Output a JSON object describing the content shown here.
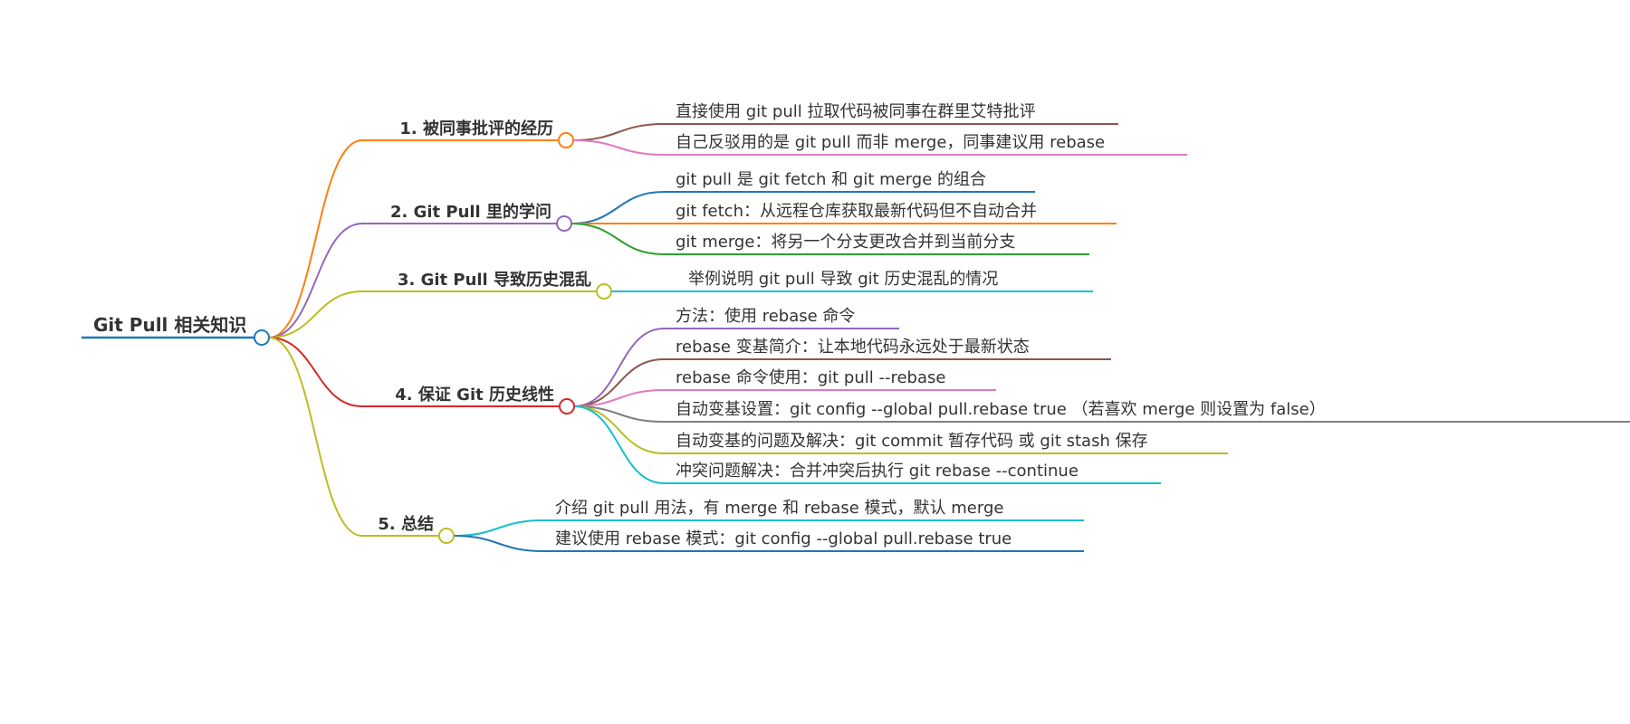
{
  "root": {
    "label": "Git Pull 相关知识",
    "color": "#1f77b4"
  },
  "branches": [
    {
      "label": "1. 被同事批评的经历",
      "color": "#ff7f0e",
      "leaves": [
        {
          "label": "直接使用 git pull 拉取代码被同事在群里艾特批评",
          "color": "#8c564b"
        },
        {
          "label": "自己反驳用的是 git pull 而非 merge，同事建议用 rebase",
          "color": "#e377c2"
        }
      ]
    },
    {
      "label": "2. Git Pull 里的学问",
      "color": "#9467bd",
      "leaves": [
        {
          "label": "git pull 是 git fetch 和 git merge 的组合",
          "color": "#1f77b4"
        },
        {
          "label": "git fetch：从远程仓库获取最新代码但不自动合并",
          "color": "#ff7f0e"
        },
        {
          "label": "git merge：将另一个分支更改合并到当前分支",
          "color": "#2ca02c"
        }
      ]
    },
    {
      "label": "3. Git Pull 导致历史混乱",
      "color": "#bcbd22",
      "leaves": [
        {
          "label": "举例说明 git pull 导致 git 历史混乱的情况",
          "color": "#17becf"
        }
      ]
    },
    {
      "label": "4. 保证 Git 历史线性",
      "color": "#d62728",
      "leaves": [
        {
          "label": "方法：使用 rebase 命令",
          "color": "#9467bd"
        },
        {
          "label": "rebase 变基简介：让本地代码永远处于最新状态",
          "color": "#8c564b"
        },
        {
          "label": "rebase 命令使用：git pull --rebase",
          "color": "#e377c2"
        },
        {
          "label": "自动变基设置：git config --global pull.rebase true （若喜欢 merge 则设置为 false）",
          "color": "#7f7f7f"
        },
        {
          "label": "自动变基的问题及解决：git commit 暂存代码 或 git stash 保存",
          "color": "#bcbd22"
        },
        {
          "label": "冲突问题解决：合并冲突后执行 git rebase --continue",
          "color": "#17becf"
        }
      ]
    },
    {
      "label": "5. 总结",
      "color": "#bcbd22",
      "leaves": [
        {
          "label": "介绍 git pull 用法，有 merge 和 rebase 模式，默认 merge",
          "color": "#17becf"
        },
        {
          "label": "建议使用 rebase 模式：git config --global pull.rebase true",
          "color": "#1f77b4"
        }
      ]
    }
  ]
}
